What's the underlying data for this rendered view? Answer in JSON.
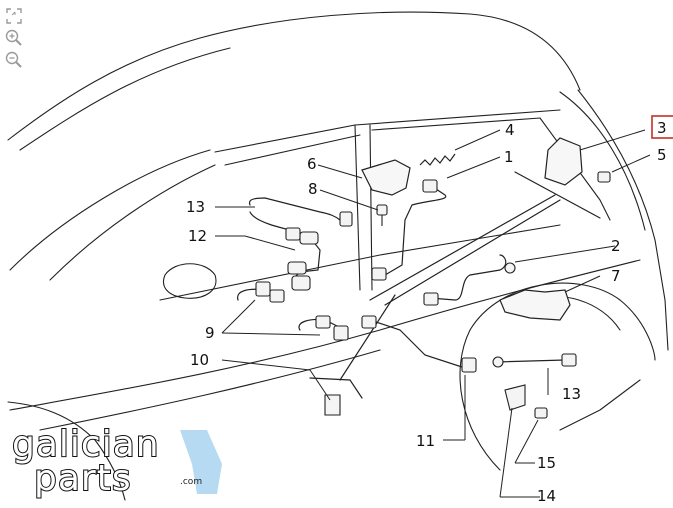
{
  "toolbar": {
    "fullscreen_icon": "fullscreen-icon",
    "zoom_in_icon": "zoom-in-icon",
    "zoom_out_icon": "zoom-out-icon"
  },
  "callouts": {
    "c1": "1",
    "c2": "2",
    "c3": "3",
    "c4": "4",
    "c5": "5",
    "c6": "6",
    "c7": "7",
    "c8": "8",
    "c9": "9",
    "c10": "10",
    "c11": "11",
    "c12": "12",
    "c13a": "13",
    "c13b": "13",
    "c14": "14",
    "c15": "15"
  },
  "highlighted_callout": "3",
  "highlight_color": "#c0322a",
  "logo": {
    "line1": "galician",
    "line2": "parts",
    "suffix": ".com",
    "accent_color": "#a9d3ee"
  }
}
